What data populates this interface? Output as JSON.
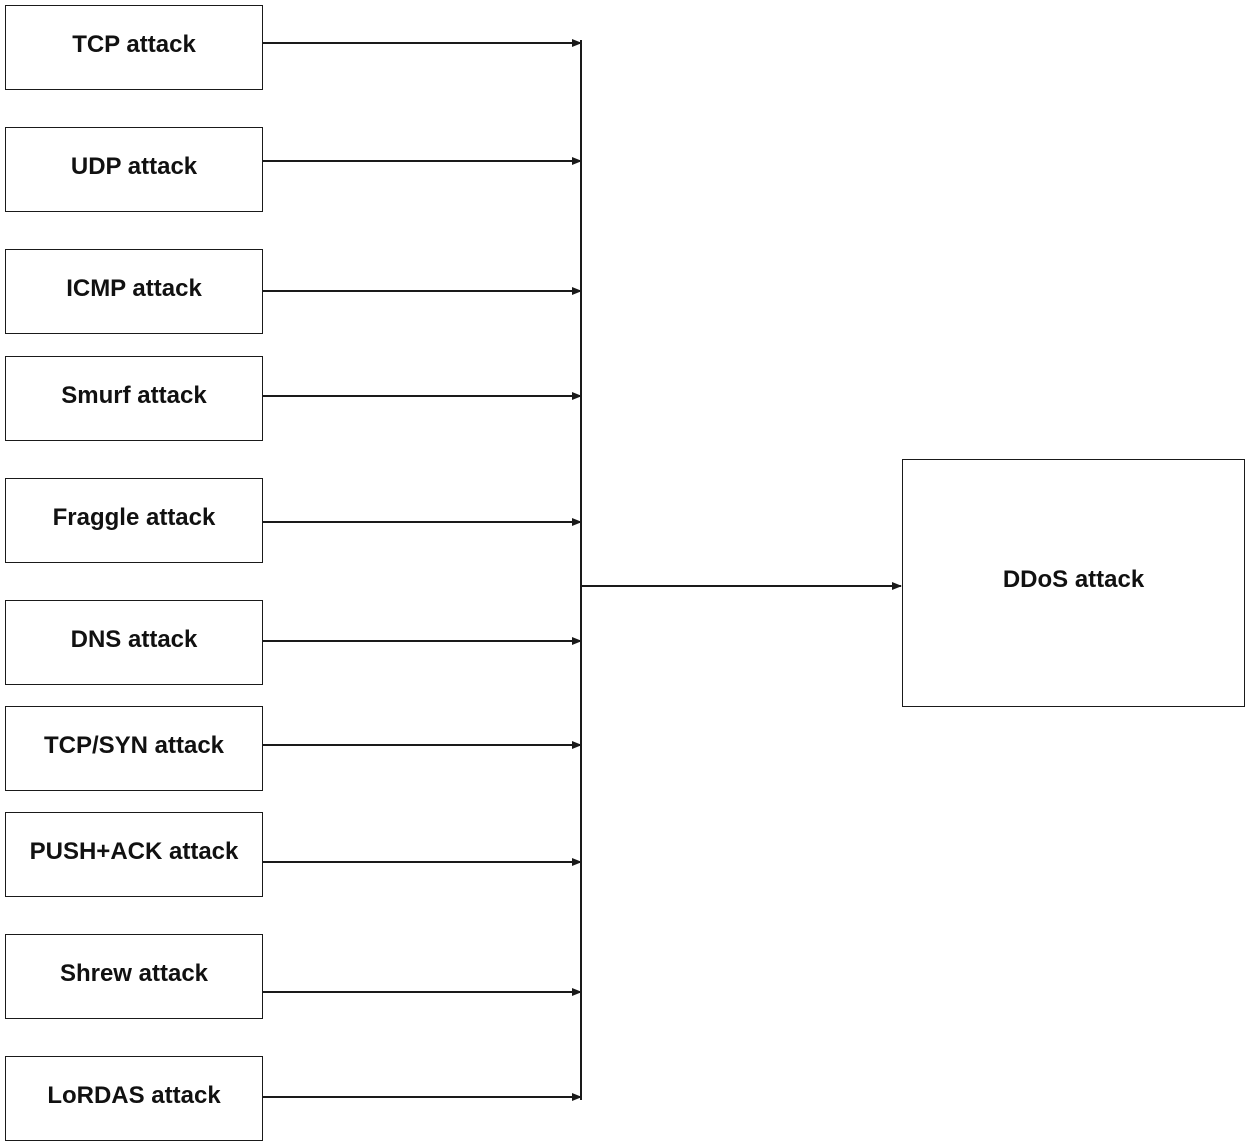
{
  "diagram": {
    "sources": [
      {
        "label": "TCP attack"
      },
      {
        "label": "UDP attack"
      },
      {
        "label": "ICMP attack"
      },
      {
        "label": "Smurf attack"
      },
      {
        "label": "Fraggle attack"
      },
      {
        "label": "DNS attack"
      },
      {
        "label": "TCP/SYN attack"
      },
      {
        "label": "PUSH+ACK attack"
      },
      {
        "label": "Shrew attack"
      },
      {
        "label": "LoRDAS attack"
      }
    ],
    "target": {
      "label": "DDoS attack"
    },
    "line_color": "#1a1a1a"
  }
}
